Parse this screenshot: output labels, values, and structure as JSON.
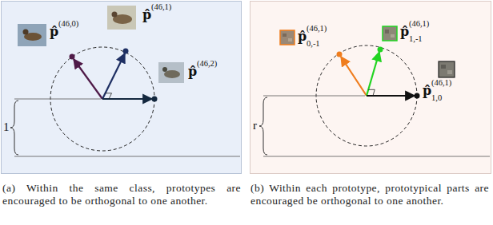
{
  "diagram": {
    "labels": [
      "p̂",
      "(46,0)",
      "p̂",
      "(46,1)",
      "p̂",
      "(46,2)",
      "1",
      "(a) Within the same class, prototypes are encouraged to be orthogonal to one another.",
      "p̂",
      "(46,1)",
      "0,-1",
      "p̂",
      "(46,1)",
      "1,-1",
      "p̂",
      "(46,1)",
      "1,0",
      "r",
      "(b) Within each prototype, prototypical parts are encouraged be orthogonal to one another."
    ]
  }
}
